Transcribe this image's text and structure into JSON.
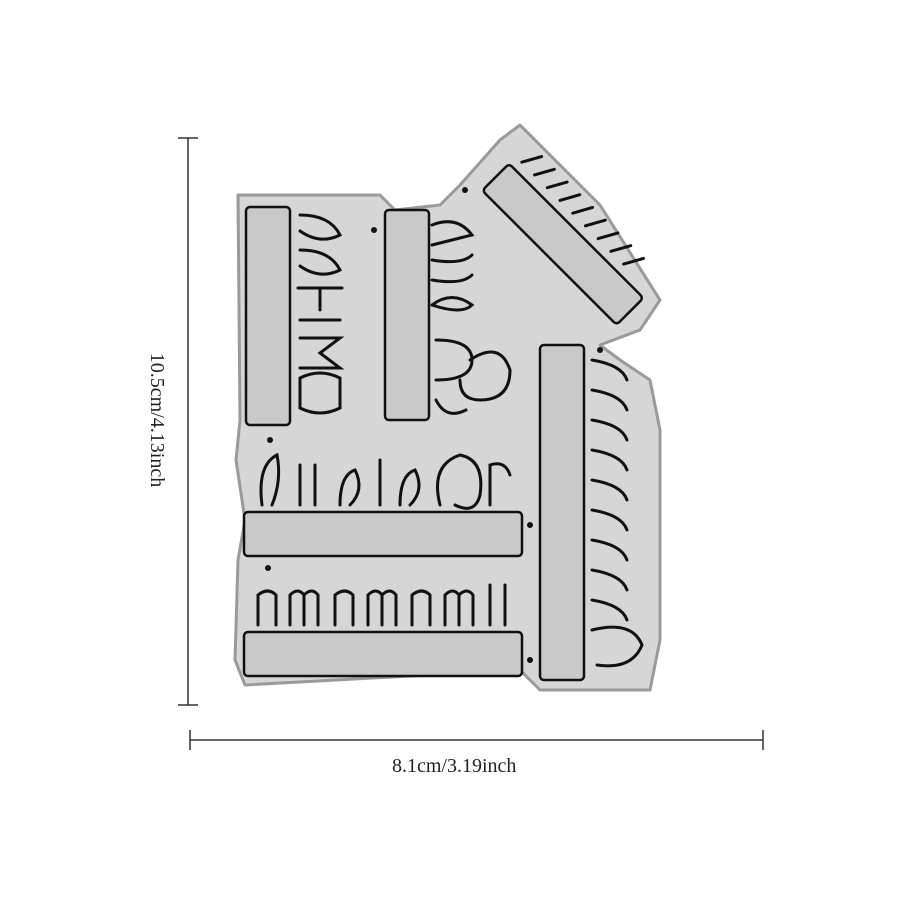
{
  "product": {
    "die_words_mirrored": [
      "Christmas",
      "Happy",
      "Holidays",
      "Merry",
      "Seasons Greetings",
      "Warmest Wishes"
    ],
    "colors": {
      "plate": "#d6d6d6",
      "plate_edge": "#9a9a9a",
      "cut_line": "#111111",
      "inner_fill": "#c9c9c9",
      "background": "#ffffff"
    }
  },
  "dimensions": {
    "width_label": "8.1cm/3.19inch",
    "height_label": "10.5cm/4.13inch"
  }
}
